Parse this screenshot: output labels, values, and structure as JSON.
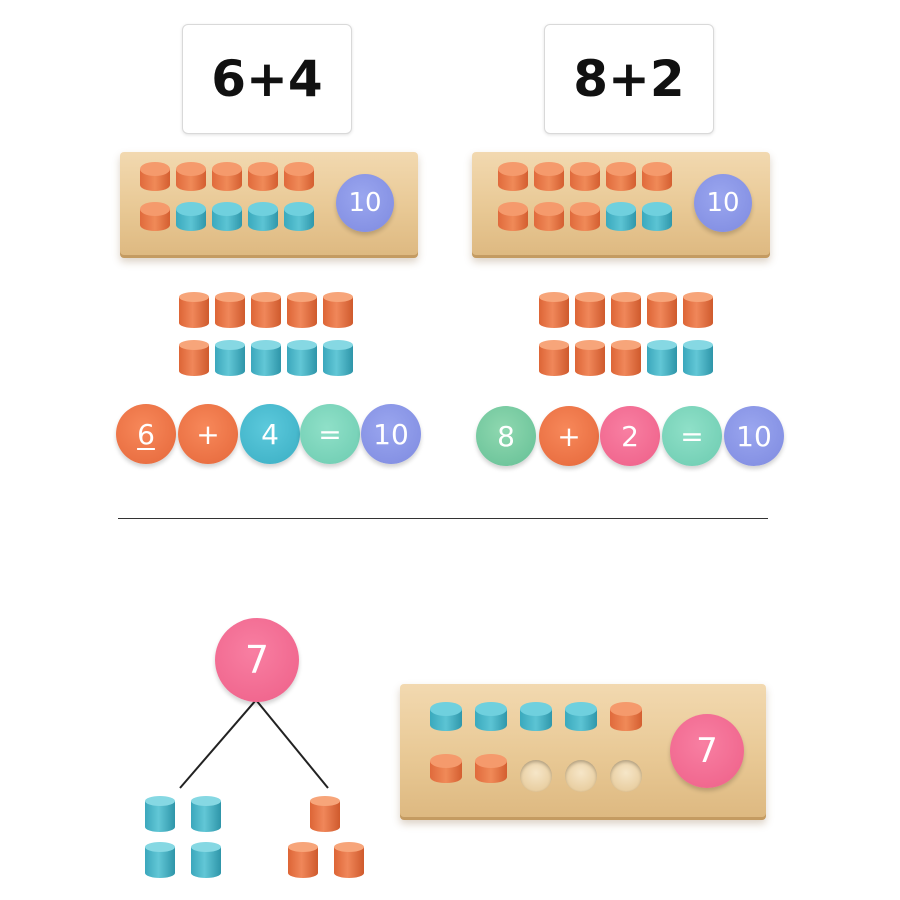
{
  "cards": {
    "left": "6+4",
    "right": "8+2"
  },
  "boards": {
    "left_label": "10",
    "right_label": "10",
    "bottom_label": "7"
  },
  "equations": {
    "left": {
      "a": "6",
      "op": "+",
      "b": "4",
      "eq": "=",
      "result": "10"
    },
    "right": {
      "a": "8",
      "op": "+",
      "b": "2",
      "eq": "=",
      "result": "10"
    }
  },
  "number_bond": {
    "whole": "7"
  },
  "colors": {
    "orange": "#e8703f",
    "blue": "#4bb7ca",
    "mint": "#7dd6bd",
    "periwinkle": "#8c97e6",
    "pink": "#f26f95",
    "wood": "#e8c894"
  }
}
